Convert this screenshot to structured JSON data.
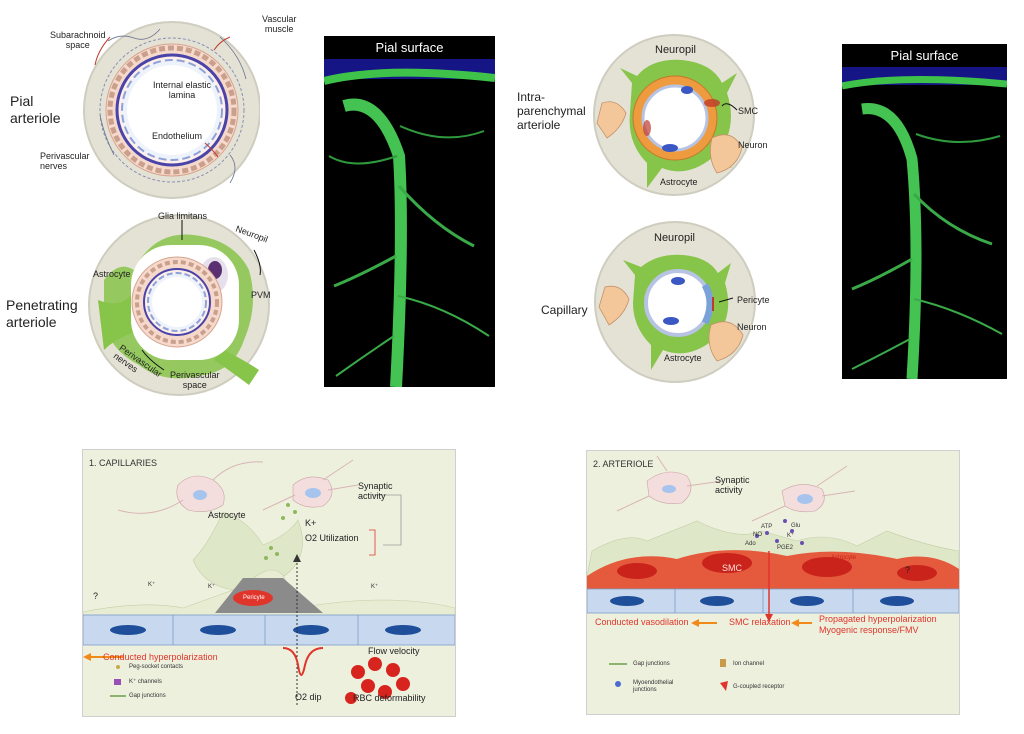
{
  "pial": {
    "title": "Pial\narteriole",
    "subarachnoid": "Subarachnoid\nspace",
    "vascular_muscle": "Vascular\nmuscle",
    "internal_elastic": "Internal elastic\nlamina",
    "endothelium": "Endothelium",
    "perivascular_nerves": "Perivascular\nnerves"
  },
  "penetrating": {
    "title": "Penetrating\narteriole",
    "glia_limitans": "Glia limitans",
    "neuropil": "Neuropil",
    "astrocyte": "Astrocyte",
    "pvm": "PVM",
    "perivascular_nerves": "Perivascular\nnerves",
    "perivascular_space": "Perivascular\nspace"
  },
  "photos": {
    "label": "Pial surface"
  },
  "intra": {
    "title": "Intra-\nparenchymal\narteriole",
    "neuropil": "Neuropil",
    "smc": "SMC",
    "neuron": "Neuron",
    "astrocyte": "Astrocyte"
  },
  "capillary": {
    "title": "Capillary",
    "neuropil": "Neuropil",
    "pericyte": "Pericyte",
    "neuron": "Neuron",
    "astrocyte": "Astrocyte"
  },
  "panel1": {
    "title": "1. CAPILLARIES",
    "synaptic": "Synaptic\nactivity",
    "astrocyte": "Astrocyte",
    "k_plus": "K+",
    "o2_util": "O2 Utilization",
    "question": "?",
    "k1": "K⁺",
    "k2": "K⁺",
    "k3": "K⁺",
    "pericyte": "Pericyte",
    "conducted": "Conducted hyperpolarization",
    "flow": "Flow velocity",
    "o2dip": "O2 dip",
    "rbc": "RBC deformability",
    "legend": [
      "Peg-socket contacts",
      "K⁺ channels",
      "Gap junctions"
    ]
  },
  "panel2": {
    "title": "2. ARTERIOLE",
    "synaptic": "Synaptic\nactivity",
    "question": "?",
    "smc": "SMC",
    "astrocyte": "Astrocyte",
    "molecules": [
      "ATP",
      "NO",
      "Glu",
      "Ado",
      "K⁺",
      "PGE2"
    ],
    "conducted": "Conducted vasodilation",
    "smc_relax": "SMC relaxation",
    "propagated": "Propagated hyperpolarization\nMyogenic response/FMV",
    "legend_left": [
      "Gap junctions",
      "Myoendothelial\njunctions"
    ],
    "legend_right": [
      "Ion channel",
      "G-coupled receptor"
    ]
  }
}
